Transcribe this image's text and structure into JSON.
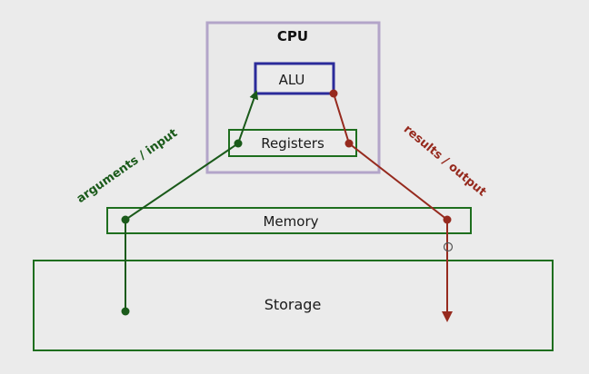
{
  "diagram": {
    "cpu_label": "CPU",
    "alu_label": "ALU",
    "registers_label": "Registers",
    "memory_label": "Memory",
    "storage_label": "Storage",
    "input_path_label": "arguments / input",
    "output_path_label": "results / output"
  },
  "colors": {
    "background": "#ebebeb",
    "cpu_border": "#b3a5c9",
    "alu_border": "#2b2b9a",
    "box_border": "#1e6e1e",
    "input_path": "#1a5a1a",
    "output_path": "#962a1e"
  }
}
